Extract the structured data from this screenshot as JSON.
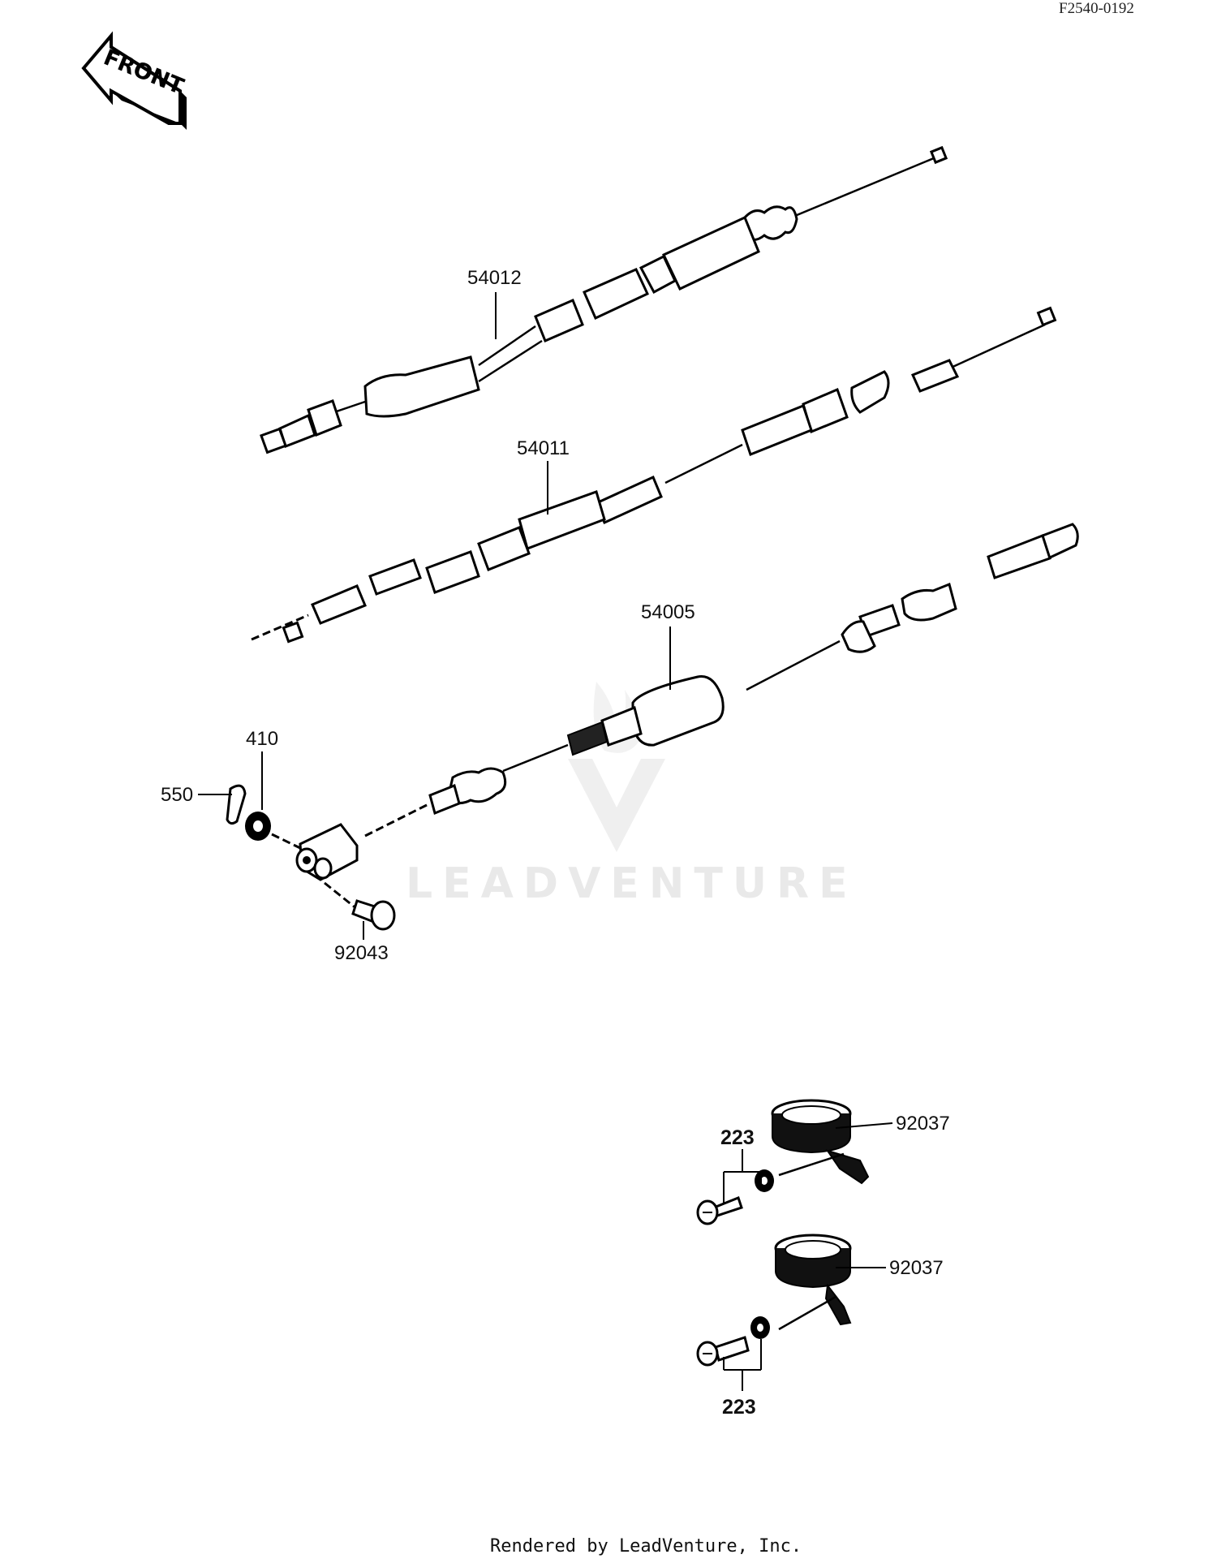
{
  "diagram_code": "F2540-0192",
  "front_label": "FRONT",
  "watermark": "LEADVENTURE",
  "footer": "Rendered by LeadVenture, Inc.",
  "callouts": {
    "c54012": "54012",
    "c54011": "54011",
    "c54005": "54005",
    "c410": "410",
    "c550": "550",
    "c92043": "92043",
    "c92037_top": "92037",
    "c92037_bottom": "92037",
    "c223_top": "223",
    "c223_bottom": "223"
  }
}
